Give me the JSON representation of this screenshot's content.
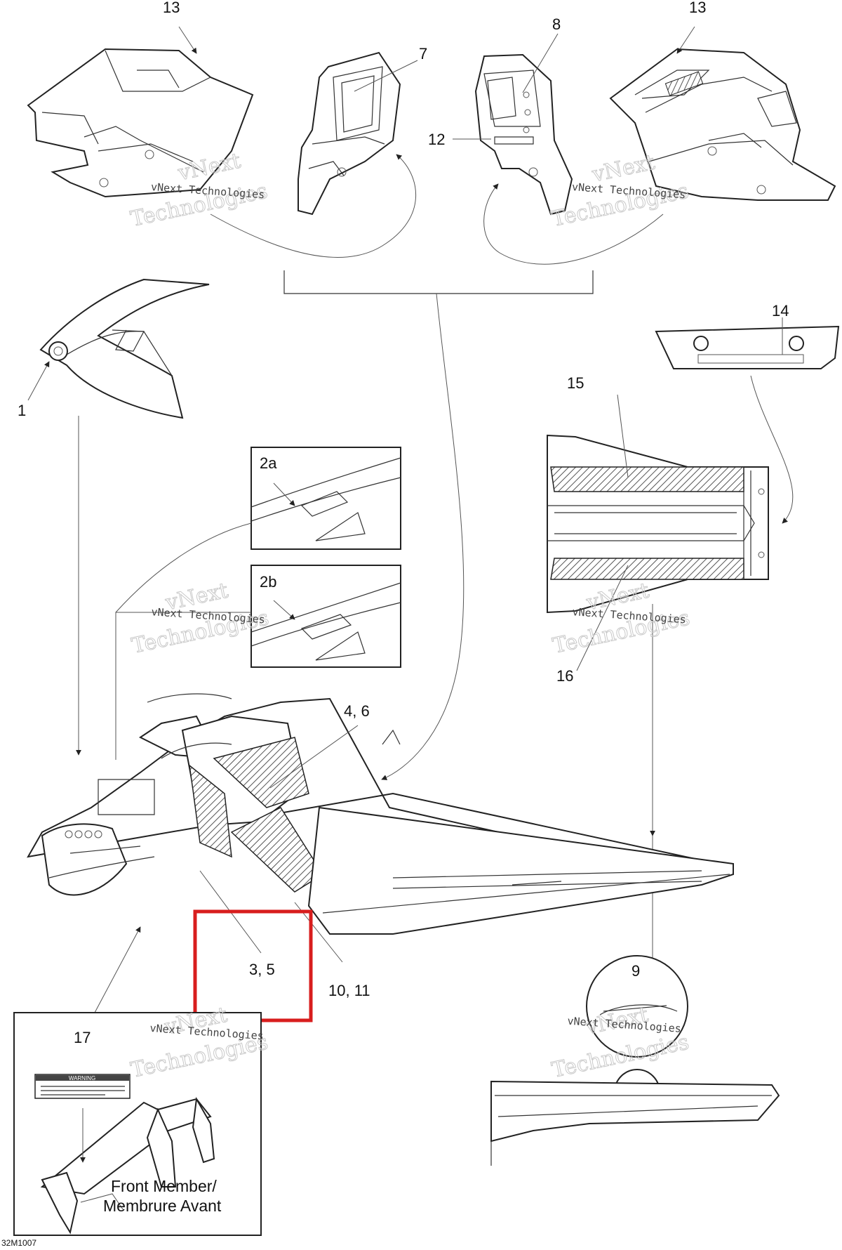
{
  "callouts": {
    "c13_left": "13",
    "c7": "7",
    "c8": "8",
    "c13_right": "13",
    "c12": "12",
    "c14": "14",
    "c1": "1",
    "c15": "15",
    "c2a": "2a",
    "c2b": "2b",
    "c16": "16",
    "c4_6": "4, 6",
    "c3_5": "3, 5",
    "c10_11": "10, 11",
    "c9": "9",
    "c17": "17"
  },
  "watermark": {
    "line1": "vNext",
    "line2": "vNext Technologies",
    "line3": "Technologies"
  },
  "caption": {
    "line1": "Front Member/",
    "line2": "Membrure Avant"
  },
  "drawing_code": "32M1007",
  "warning_label": "WARNING",
  "colors": {
    "highlight": "#d81e1e",
    "ink": "#222222",
    "watermark": "#c9c9c9"
  }
}
